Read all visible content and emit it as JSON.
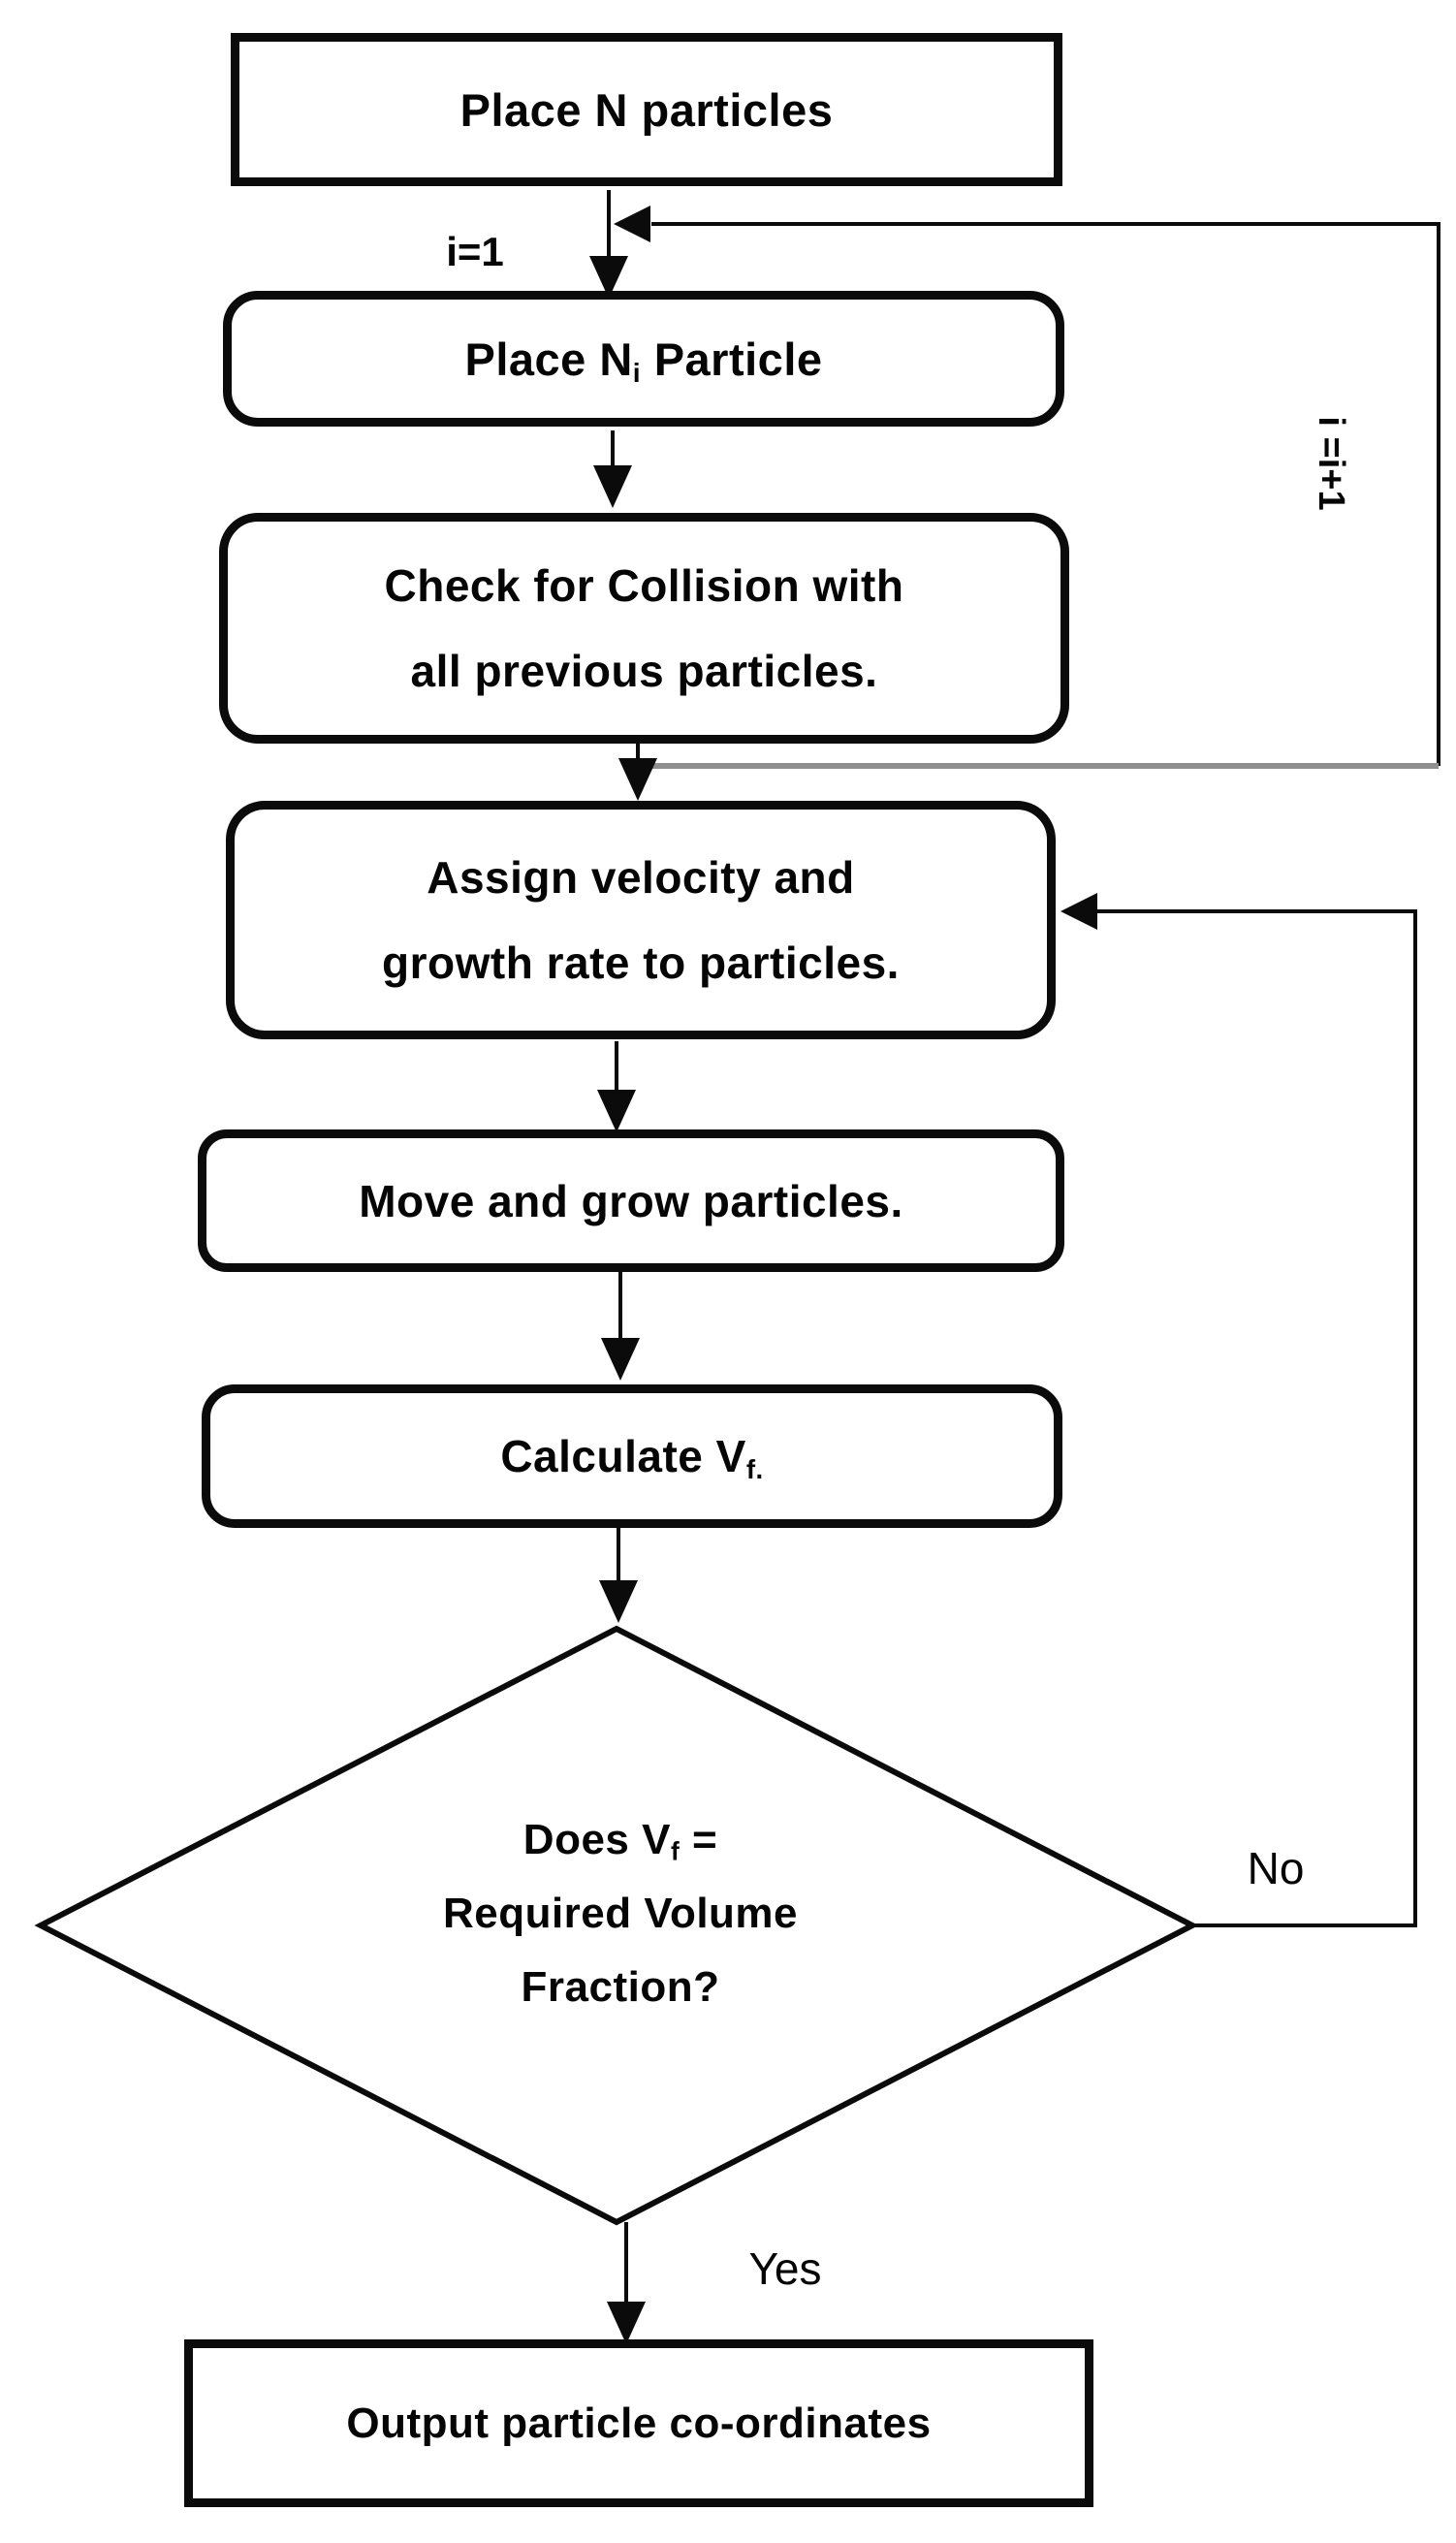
{
  "colors": {
    "background": "#ffffff",
    "line": "#0b0b0b",
    "gray_branch_line": "#8f8f8f",
    "text": "#050505"
  },
  "flow": {
    "box_place_n": {
      "label": "Place N particles"
    },
    "init_label": "i=1",
    "box_place_ni": {
      "pre": "Place N",
      "sub": "i",
      "post": " Particle"
    },
    "box_check": {
      "line1": "Check for Collision with",
      "line2": "all previous particles."
    },
    "increment_label": "i =i+1",
    "box_assign": {
      "line1": "Assign velocity and",
      "line2": "growth rate to particles."
    },
    "box_move": {
      "label": "Move and grow particles."
    },
    "box_calc": {
      "pre": "Calculate V",
      "sub": "f."
    },
    "decision": {
      "line1_pre": "Does V",
      "line1_sub": "f",
      "line1_post": " =",
      "line2": "Required Volume",
      "line3": "Fraction?"
    },
    "no_label": "No",
    "yes_label": "Yes",
    "box_output": {
      "label": "Output particle co-ordinates"
    }
  }
}
